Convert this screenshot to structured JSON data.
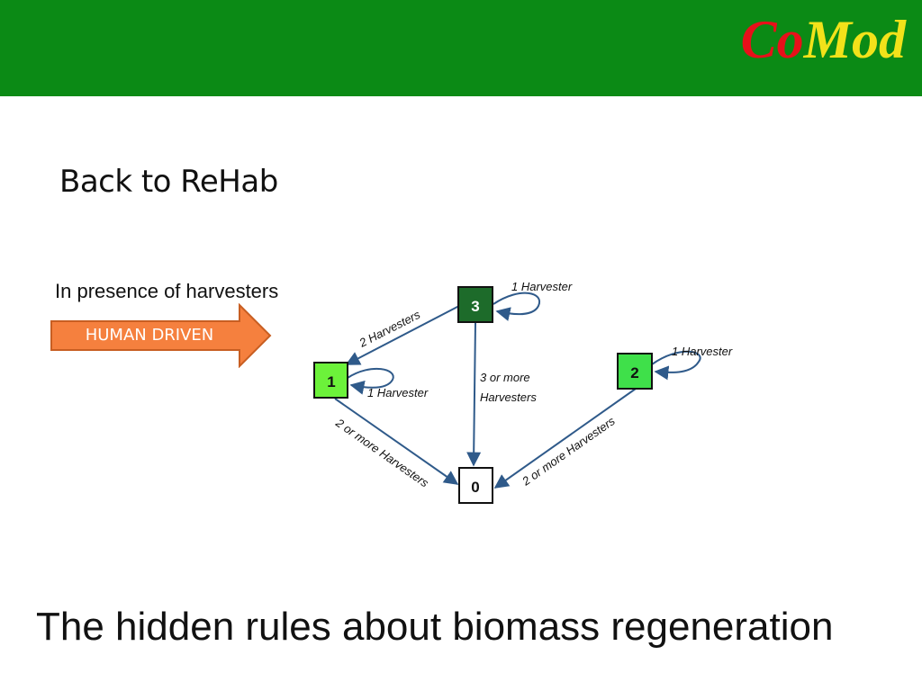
{
  "header": {
    "logo_text_a": "Co",
    "logo_text_b": "Mod",
    "bar_color": "#0b8a15"
  },
  "slide": {
    "subtitle": "Back to ReHab",
    "context_label": "In presence of harvesters",
    "arrow_label": "HUMAN DRIVEN",
    "title": "The hidden rules about biomass regeneration"
  },
  "diagram": {
    "states": [
      {
        "id": "3",
        "label": "3",
        "fill": "#1d6b2a",
        "text_color": "#ffffff"
      },
      {
        "id": "1",
        "label": "1",
        "fill": "#6cf23a",
        "text_color": "#111111"
      },
      {
        "id": "2",
        "label": "2",
        "fill": "#3fe04a",
        "text_color": "#111111"
      },
      {
        "id": "0",
        "label": "0",
        "fill": "#ffffff",
        "text_color": "#111111"
      }
    ],
    "transitions": [
      {
        "from": "3",
        "to": "3",
        "label": "1 Harvester"
      },
      {
        "from": "3",
        "to": "1",
        "label": "2 Harvesters"
      },
      {
        "from": "3",
        "to": "0",
        "label_line1": "3 or more",
        "label_line2": "Harvesters"
      },
      {
        "from": "1",
        "to": "1",
        "label": "1 Harvester"
      },
      {
        "from": "1",
        "to": "0",
        "label": "2 or more Harvesters"
      },
      {
        "from": "2",
        "to": "2",
        "label": "1 Harvester"
      },
      {
        "from": "2",
        "to": "0",
        "label": "2 or more Harvesters"
      }
    ],
    "edge_color": "#2f5a8a"
  }
}
